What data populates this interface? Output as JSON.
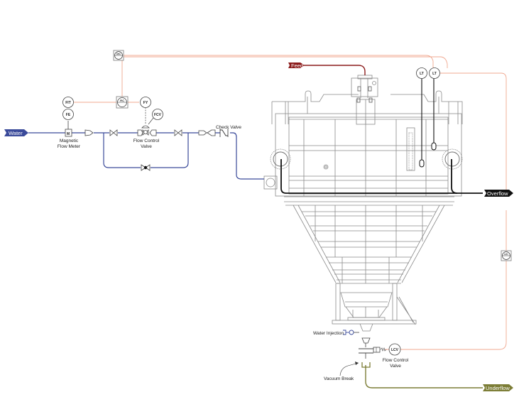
{
  "diagram": {
    "type": "P&ID - Thickener / Settling Cone",
    "streams": {
      "water": {
        "label": "Water",
        "color": "#3a4a9a"
      },
      "feed": {
        "label": "Feed",
        "color": "#8c1c1c"
      },
      "overflow": {
        "label": "Overflow",
        "color": "#111111"
      },
      "underflow": {
        "label": "Underflow",
        "color": "#7c7d36"
      }
    },
    "signal_color": "#f0a890",
    "instruments": {
      "fit": "FIT",
      "fe": "FE",
      "fic": "FIC",
      "dc_top": "DIC",
      "fy": "FY",
      "fcv": "FCV",
      "lt1": "LT",
      "lt2": "LT",
      "dc_right": "LIC",
      "lcv": "LCV",
      "meter": "M"
    },
    "labels": {
      "magnetic_flow_meter_1": "Magnetic",
      "magnetic_flow_meter_2": "Flow Meter",
      "flow_control_valve_1a": "Flow Control",
      "flow_control_valve_1b": "Valve",
      "check_valve": "Check Valve",
      "water_injection": "Water Injection",
      "flow_control_valve_2a": "Flow Control",
      "flow_control_valve_2b": "Valve",
      "vacuum_break": "Vacuum Break"
    }
  }
}
